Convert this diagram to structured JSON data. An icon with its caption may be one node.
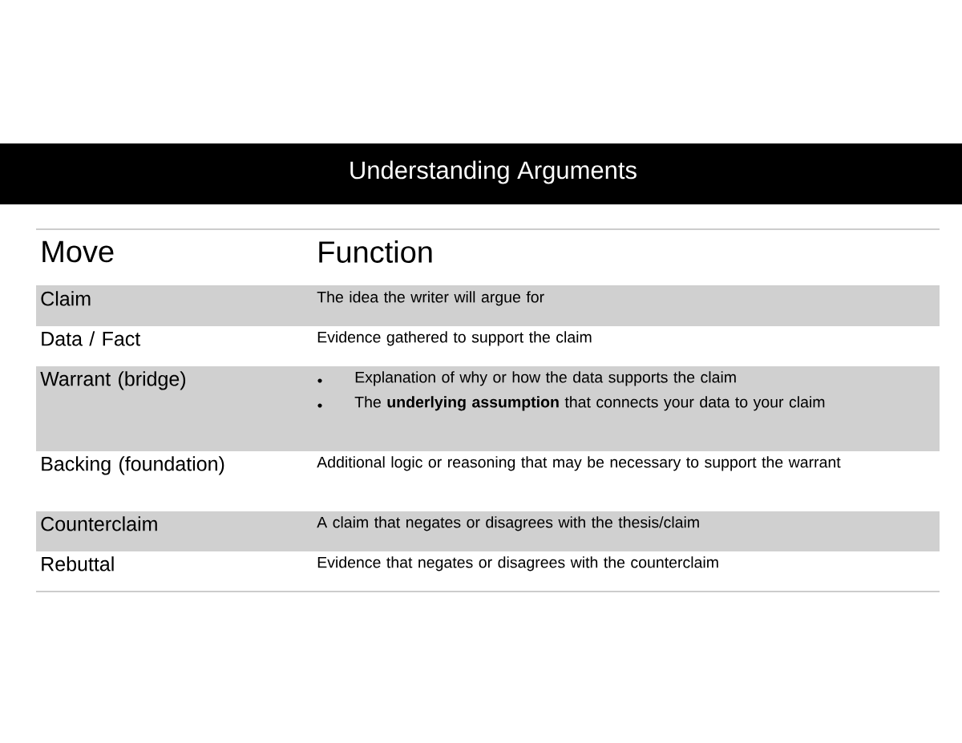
{
  "diagram": {
    "title": "Understanding Arguments",
    "labels": [
      "Move",
      "Function",
      "Claim",
      "The idea the writer will argue for",
      "Data / Fact",
      "Evidence gathered to support the claim",
      "Warrant (bridge)",
      "Explanation of why or how the data supports the claim",
      "The **underlying assumption** that connects your data to your claim",
      "Backing (foundation)",
      "Additional logic or reasoning that may be necessary to support the warrant",
      "Counterclaim",
      "A claim that negates or disagrees with the thesis/claim",
      "Rebuttal",
      "Evidence that negates or disagrees with the counterclaim"
    ]
  }
}
